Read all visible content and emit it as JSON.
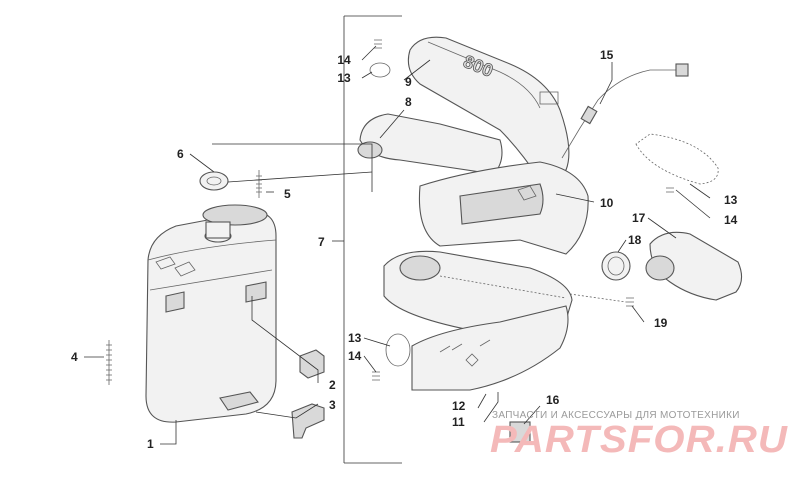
{
  "callouts": [
    {
      "id": "1",
      "label": "1"
    },
    {
      "id": "2",
      "label": "2"
    },
    {
      "id": "3",
      "label": "3"
    },
    {
      "id": "4",
      "label": "4"
    },
    {
      "id": "5",
      "label": "5"
    },
    {
      "id": "6",
      "label": "6"
    },
    {
      "id": "7",
      "label": "7"
    },
    {
      "id": "8",
      "label": "8"
    },
    {
      "id": "9",
      "label": "9"
    },
    {
      "id": "10",
      "label": "10"
    },
    {
      "id": "11",
      "label": "11"
    },
    {
      "id": "12",
      "label": "12"
    },
    {
      "id": "13a",
      "label": "13"
    },
    {
      "id": "14a",
      "label": "14"
    },
    {
      "id": "13b",
      "label": "13"
    },
    {
      "id": "14b",
      "label": "14"
    },
    {
      "id": "13c",
      "label": "13"
    },
    {
      "id": "14c",
      "label": "14"
    },
    {
      "id": "15",
      "label": "15"
    },
    {
      "id": "16",
      "label": "16"
    },
    {
      "id": "17",
      "label": "17"
    },
    {
      "id": "18",
      "label": "18"
    },
    {
      "id": "19",
      "label": "19"
    }
  ],
  "engraving": "800",
  "watermark": {
    "tagline": "ЗАПЧАСТИ И АКСЕССУАРЫ ДЛЯ МОТОТЕХНИКИ",
    "logo": "PARTSFOR.RU"
  }
}
